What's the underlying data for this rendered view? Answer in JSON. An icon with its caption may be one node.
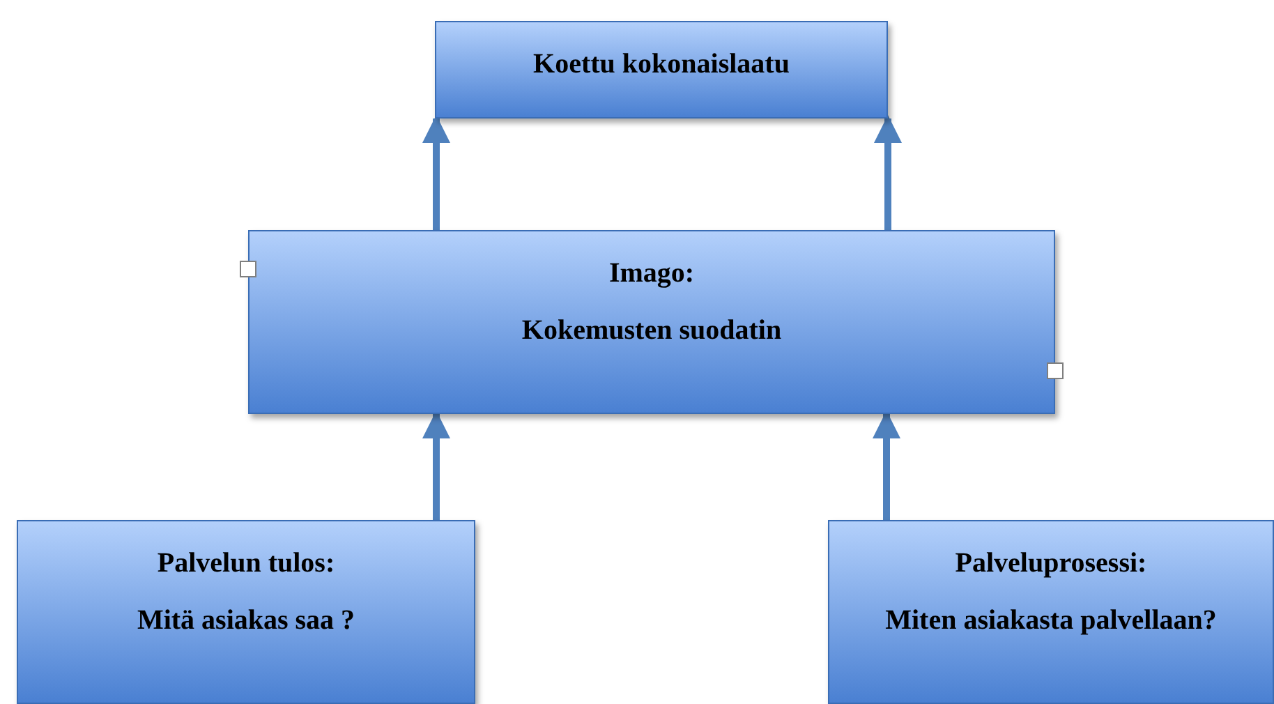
{
  "diagram": {
    "nodes": [
      {
        "text": [
          "Koettu kokonaislaatu"
        ]
      },
      {
        "text": [
          "Imago:",
          "Kokemusten suodatin"
        ]
      },
      {
        "text": [
          "Palvelun tulos:",
          "Mitä asiakas saa ?"
        ]
      },
      {
        "text": [
          "Palveluprosessi:",
          "Miten asiakasta palvellaan?"
        ]
      }
    ],
    "edges": [
      {
        "from": 1,
        "to": 0,
        "arrow": "to"
      },
      {
        "from": 1,
        "to": 0,
        "arrow": "to"
      },
      {
        "from": 2,
        "to": 1,
        "arrow": "to"
      },
      {
        "from": 3,
        "to": 1,
        "arrow": "to"
      }
    ]
  }
}
